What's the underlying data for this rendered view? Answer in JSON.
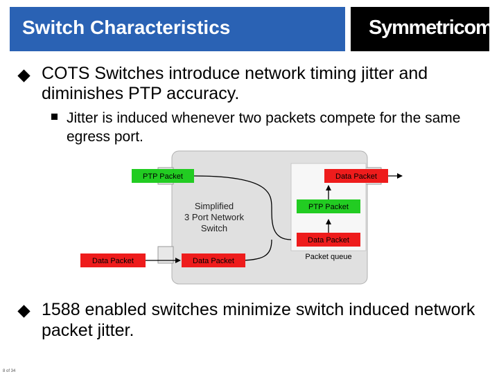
{
  "header": {
    "title": "Switch Characteristics",
    "logo": "Symmetricom"
  },
  "bullets": [
    {
      "text": "COTS Switches introduce network timing jitter and diminishes PTP accuracy."
    },
    {
      "text": "1588 enabled switches minimize switch induced network packet jitter."
    }
  ],
  "sub_bullets": [
    {
      "text": "Jitter is induced whenever two packets compete for the same egress port."
    }
  ],
  "diagram": {
    "switch_label": [
      "Simplified",
      "3 Port Network",
      "Switch"
    ],
    "packets": {
      "ptp_in": "PTP Packet",
      "data_out": "Data Packet",
      "ptp_queue": "PTP Packet",
      "data_queue": "Data Packet",
      "data_ext": "Data Packet",
      "data_in": "Data Packet"
    },
    "queue_label": "Packet queue"
  },
  "footer": {
    "page": "8 of 34"
  },
  "colors": {
    "title_bar": "#2a62b4",
    "packet_green": "#22cc22",
    "packet_red": "#ee1c1c"
  }
}
